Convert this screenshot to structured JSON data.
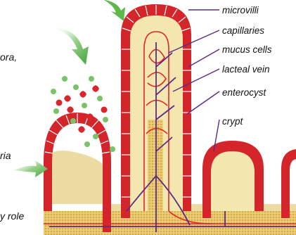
{
  "labels": {
    "microvilli": "microvilli",
    "capillaries": "capillaries",
    "mucus_cells": "mucus cells",
    "lacteal_vein": "lacteal vein",
    "enterocyst": "enterocyst",
    "crypt": "crypt"
  },
  "edge_text": {
    "line1": "ora,",
    "line2": "ria",
    "line3": "y role"
  },
  "colors": {
    "epithelium_red": "#d4252b",
    "lamina_fill": "#f3e6ae",
    "base_fill": "#e8d59a",
    "gold_dots": "#d6a93a",
    "capillary_red": "#e0262c",
    "vein_purple": "#5a2b86",
    "arrow_green": "#5cb848",
    "microbe_red": "#d8262c",
    "microbe_green": "#7ac36a"
  },
  "icons": {
    "arrows": "green-arrow-icon",
    "microbes": "bacteria-icon"
  }
}
